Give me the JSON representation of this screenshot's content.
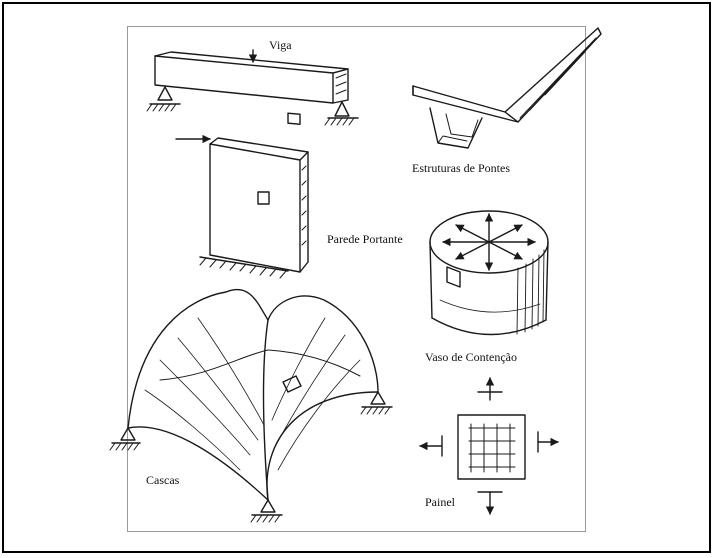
{
  "labels": {
    "viga": "Viga",
    "pontes": "Estruturas de Pontes",
    "parede": "Parede Portante",
    "vaso": "Vaso de Contenção",
    "cascas": "Cascas",
    "painel": "Painel"
  }
}
